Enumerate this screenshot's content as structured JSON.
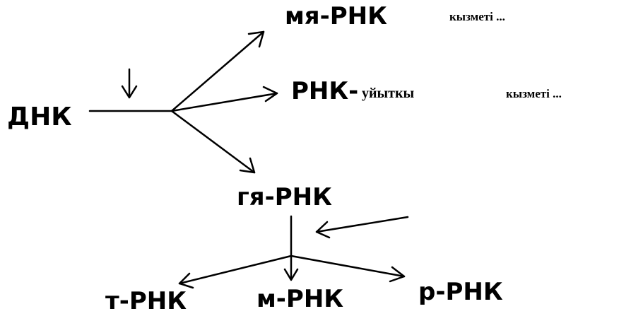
{
  "labels": {
    "dna": "ДНК",
    "mya_rna": "мя-РНК",
    "function_1": "кызметі ...",
    "rna_prefix": "РНК-",
    "rna_suffix": "уйыткы",
    "function_2": "кызметі ...",
    "gya_rna": "гя-РНК",
    "t_rna": "т-РНК",
    "m_rna": "м-РНК",
    "r_rna": "р-РНК"
  },
  "colors": {
    "ink": "#000000",
    "background": "#ffffff"
  }
}
